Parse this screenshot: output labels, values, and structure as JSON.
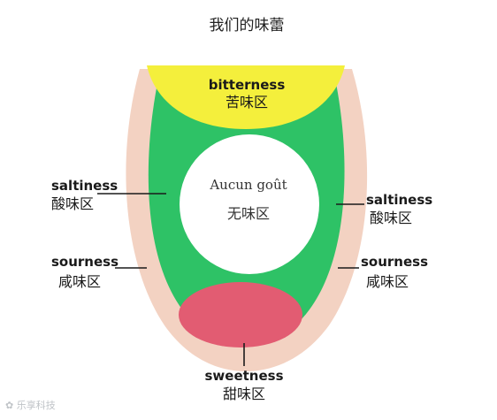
{
  "title": "我们的味蕾",
  "zones": {
    "bitterness": {
      "en": "bitterness",
      "zh": "苦味区",
      "color": "#f4ef3c"
    },
    "saltiness_left": {
      "en": "saltiness",
      "zh": "酸味区"
    },
    "saltiness_right": {
      "en": "saltiness",
      "zh": "酸味区"
    },
    "sourness_left": {
      "en": "sourness",
      "zh": "咸味区"
    },
    "sourness_right": {
      "en": "sourness",
      "zh": "咸味区"
    },
    "sweetness": {
      "en": "sweetness",
      "zh": "甜味区",
      "color": "#e25c72"
    },
    "none": {
      "en": "Aucun goût",
      "zh": "无味区"
    }
  },
  "colors": {
    "tongue_outer": "#f3d2c2",
    "side_band": "#2ec266",
    "center": "#ffffff",
    "leader_line": "#1a1a1a"
  },
  "watermark": "乐享科技"
}
